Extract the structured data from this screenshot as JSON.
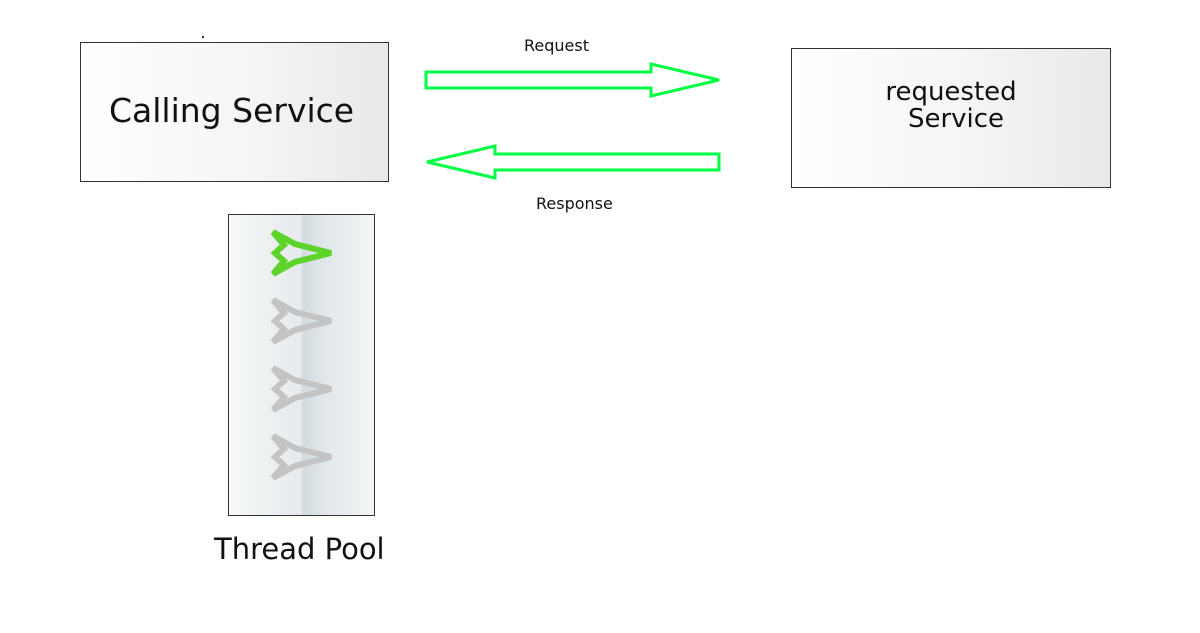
{
  "diagram": {
    "calling_service": {
      "label": "Calling Service"
    },
    "requested_service": {
      "label_line1": "requested",
      "label_line2": "Service"
    },
    "request_arrow": {
      "label": "Request",
      "color": "#00ff44"
    },
    "response_arrow": {
      "label": "Response",
      "color": "#00ff44"
    },
    "thread_pool": {
      "label": "Thread Pool",
      "threads": [
        {
          "state": "active",
          "color": "#5ed42a"
        },
        {
          "state": "idle",
          "color": "#c4c4c4"
        },
        {
          "state": "idle",
          "color": "#c4c4c4"
        },
        {
          "state": "idle",
          "color": "#c4c4c4"
        }
      ]
    }
  }
}
